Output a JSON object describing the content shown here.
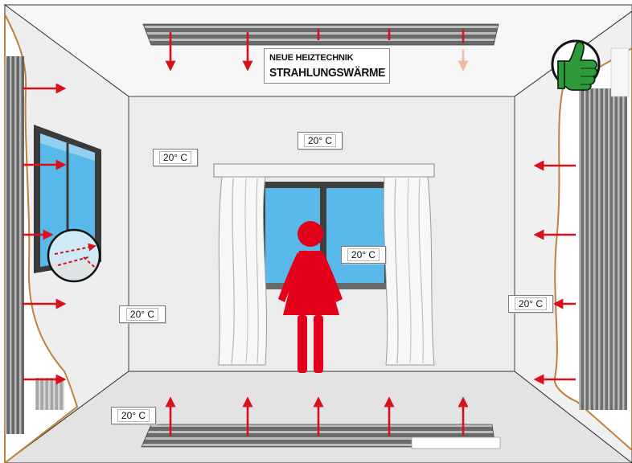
{
  "heading": {
    "line1": "NEUE HEIZTECHNIK",
    "line2": "STRAHLUNGSWÄRME"
  },
  "temperatures": {
    "ceiling": "20° C",
    "back_wall_left": "20° C",
    "window_center": "20° C",
    "left_wall_lower": "20° C",
    "right_wall": "20° C",
    "floor": "20° C"
  },
  "icons": {
    "thumbs_up": "thumbs-up-icon",
    "person": "person-figure-icon",
    "window_detail": "magnifier-detail-icon"
  },
  "colors": {
    "arrow_red": "#d8101a",
    "person_red": "#e2001a",
    "thumb_green": "#2e9a3c",
    "wall": "#ececec",
    "heater_dark": "#5a5a5a",
    "glass_blue": "#59b9ea",
    "curtain_edge": "#c0813a"
  }
}
